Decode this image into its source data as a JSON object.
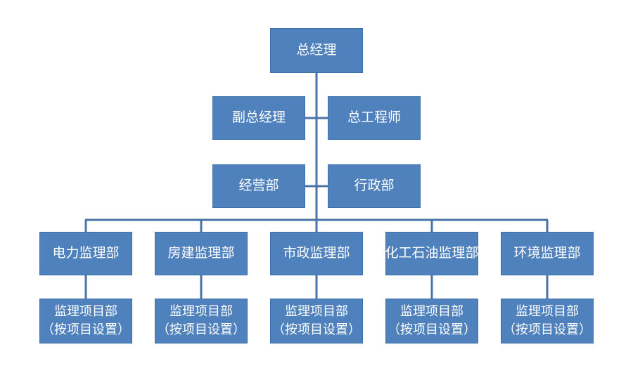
{
  "org_chart": {
    "top": "总经理",
    "level2": {
      "left": "副总经理",
      "right": "总工程师"
    },
    "level3": {
      "left": "经营部",
      "right": "行政部"
    },
    "departments": [
      {
        "name": "电力监理部",
        "project_line1": "监理项目部",
        "project_line2": "（按项目设置）"
      },
      {
        "name": "房建监理部",
        "project_line1": "监理项目部",
        "project_line2": "（按项目设置）"
      },
      {
        "name": "市政监理部",
        "project_line1": "监理项目部",
        "project_line2": "（按项目设置）"
      },
      {
        "name": "化工石油监理部",
        "project_line1": "监理项目部",
        "project_line2": "（按项目设置）"
      },
      {
        "name": "环境监理部",
        "project_line1": "监理项目部",
        "project_line2": "（按项目设置）"
      }
    ],
    "colors": {
      "box_fill": "#4f81bd",
      "connector": "#4a74a8",
      "text": "#ffffff"
    }
  }
}
